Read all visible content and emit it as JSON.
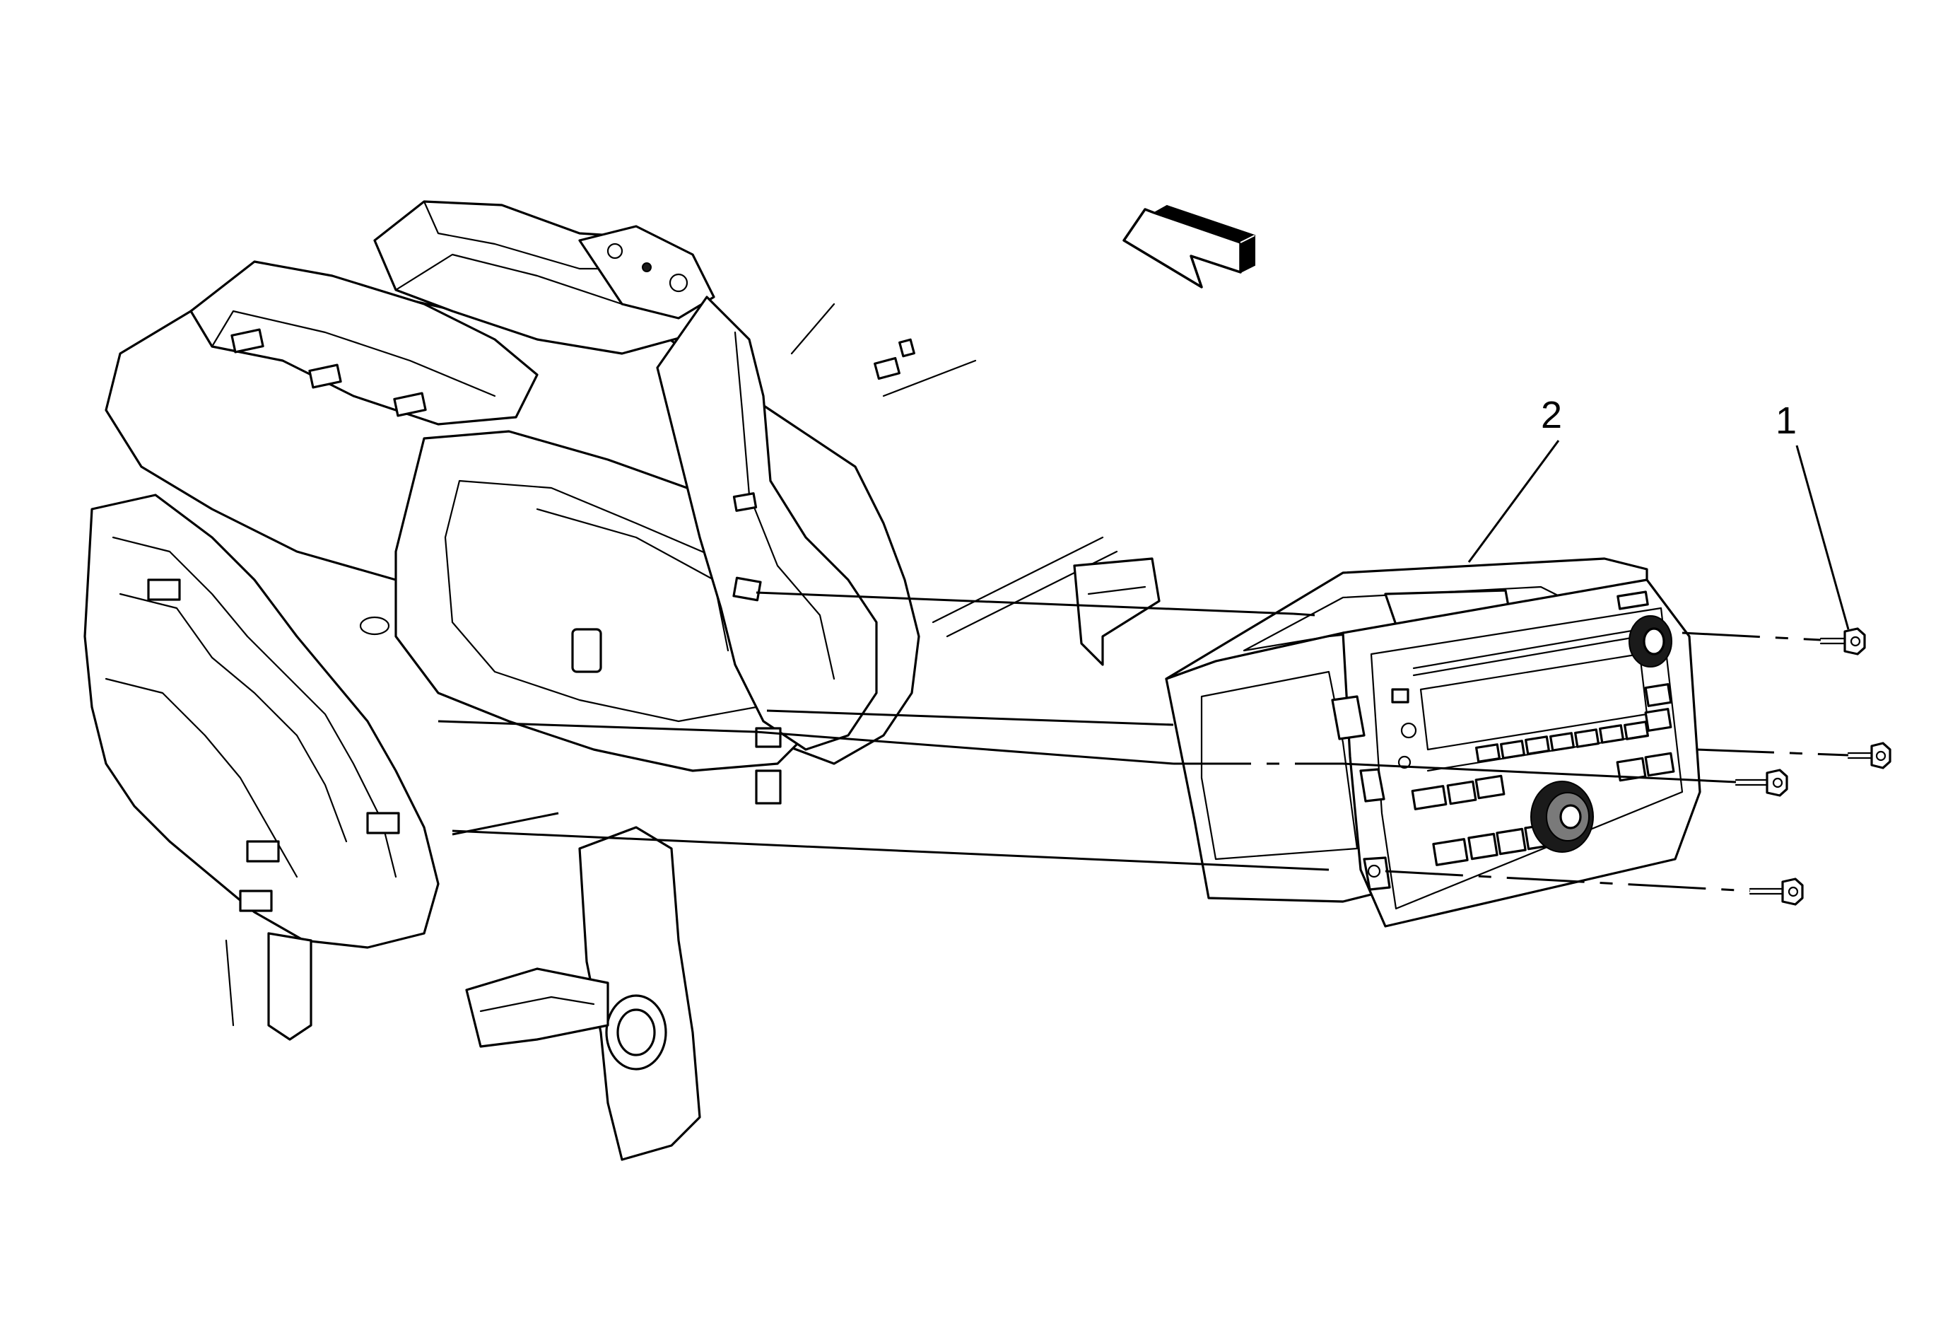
{
  "callouts": [
    {
      "id": "1",
      "label": "1"
    },
    {
      "id": "2",
      "label": "2"
    }
  ],
  "icons": {
    "direction_arrow": "arrow-forward-icon",
    "fastener": "bolt-icon"
  },
  "colors": {
    "line": "#000000",
    "background": "#ffffff"
  }
}
